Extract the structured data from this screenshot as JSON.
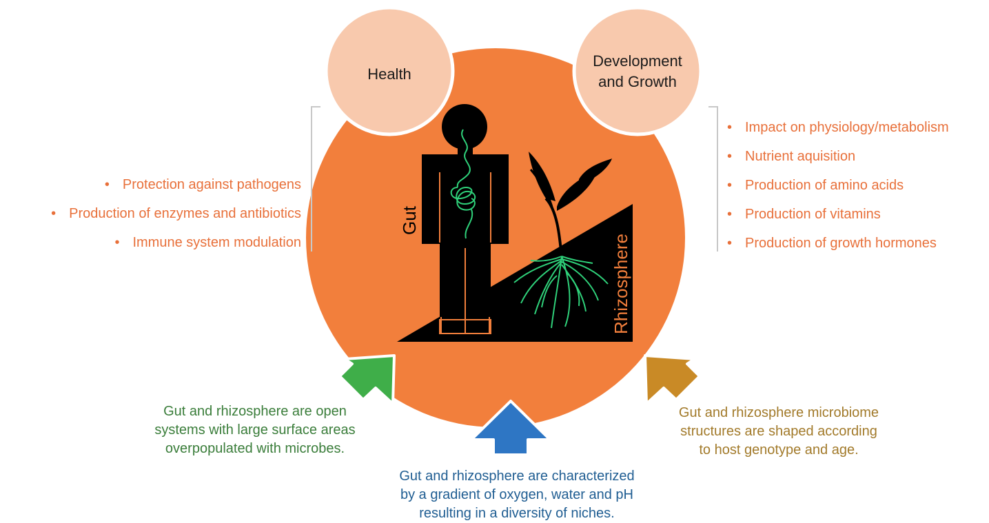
{
  "circles": {
    "health": "Health",
    "development_line1": "Development",
    "development_line2": "and Growth"
  },
  "labels": {
    "gut": "Gut",
    "rhizosphere": "Rhizosphere"
  },
  "left_bullets": [
    "Protection against pathogens",
    "Production of enzymes and antibiotics",
    "Immune system modulation"
  ],
  "right_bullets": [
    "Impact on physiology/metabolism",
    "Nutrient aquisition",
    "Production of amino acids",
    "Production of vitamins",
    "Production of growth hormones"
  ],
  "captions": {
    "green": [
      "Gut and rhizosphere are open",
      "systems with large surface areas",
      "overpopulated with microbes."
    ],
    "blue": [
      "Gut and rhizosphere are characterized",
      "by a gradient of oxygen, water and pH",
      "resulting in a diversity of niches."
    ],
    "gold": [
      "Gut and rhizosphere microbiome",
      "structures are shaped according",
      "to host genotype and age."
    ]
  },
  "colors": {
    "main_circle": "#f27f3c",
    "small_circles": "#f8c9ad",
    "bullet_text": "#e8703a",
    "green_arrow": "#3fae49",
    "blue_arrow": "#2e76c4",
    "gold_arrow": "#c98a26",
    "green_text": "#3a7d3a",
    "blue_text": "#1f5d92",
    "gold_text": "#a27a2a",
    "root_lines": "#2fd17a"
  }
}
